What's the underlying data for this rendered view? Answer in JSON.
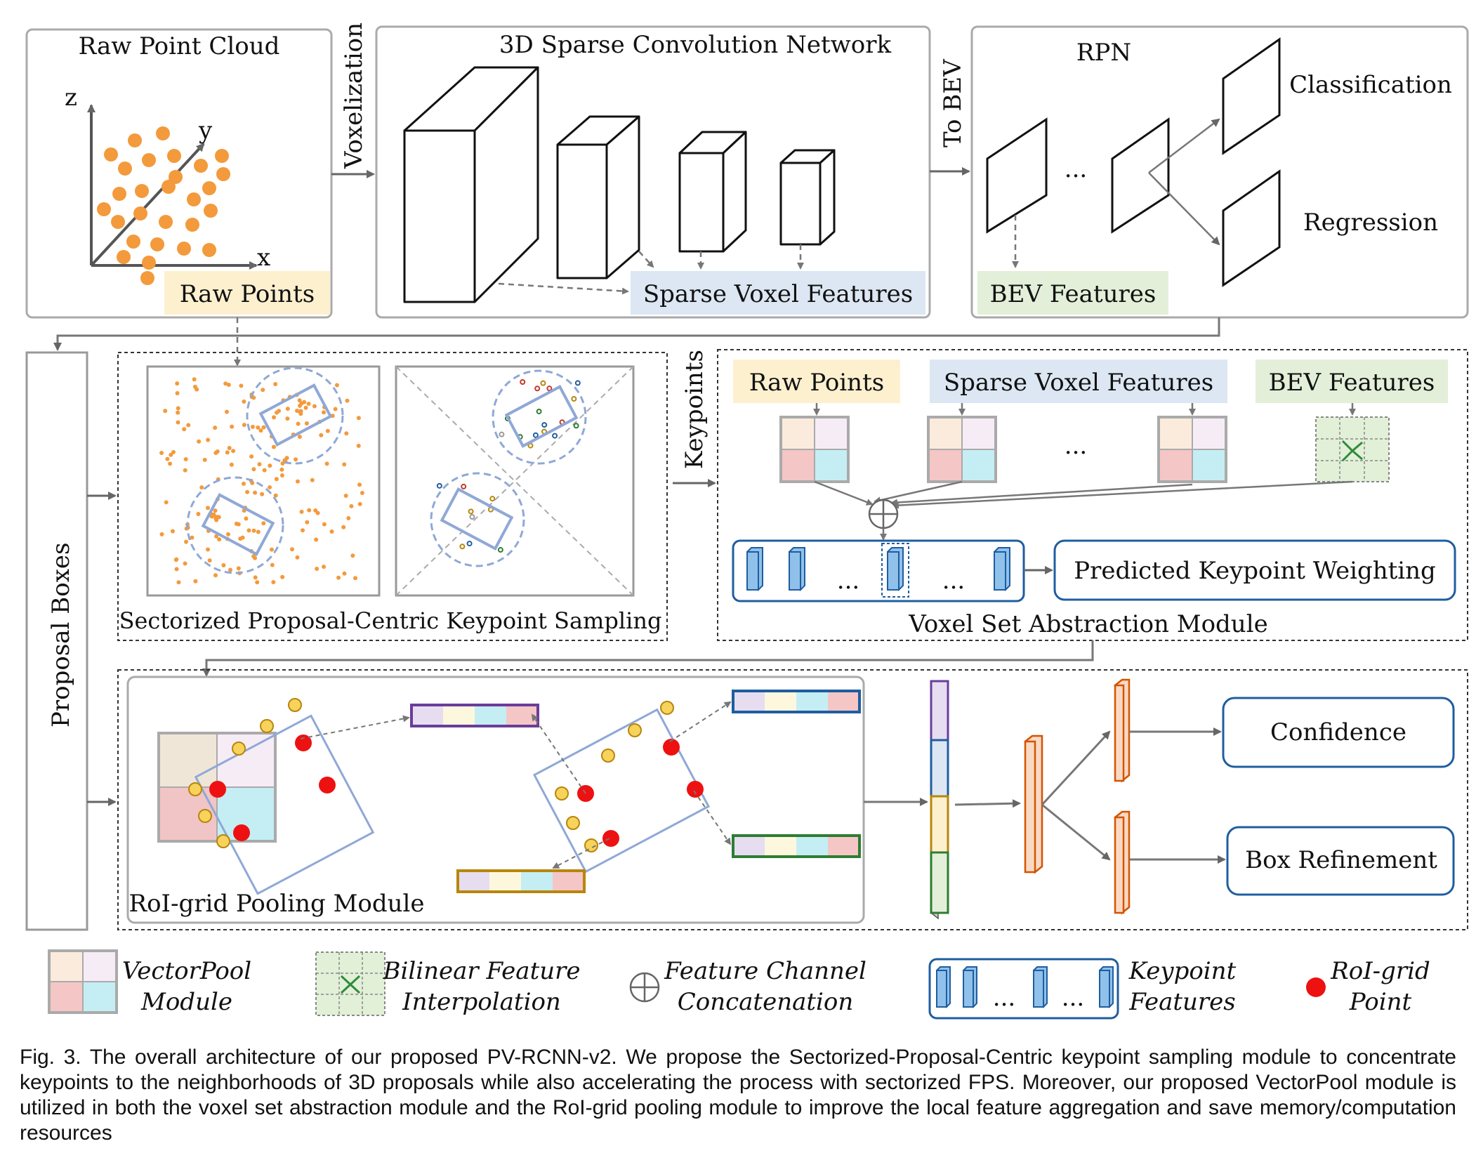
{
  "panels": {
    "raw_point_cloud": "Raw Point Cloud",
    "axis_z": "z",
    "axis_y": "y",
    "axis_x": "x",
    "raw_points_tag": "Raw Points",
    "voxelization": "Voxelization",
    "sparse_conv_title": "3D Sparse Convolution Network",
    "sparse_voxel_tag": "Sparse Voxel Features",
    "to_bev": "To BEV",
    "rpn_title": "RPN",
    "rpn_dots": "...",
    "classification": "Classification",
    "regression": "Regression",
    "bev_features_tag": "BEV Features",
    "proposal_boxes": "Proposal Boxes",
    "sampling_title": "Sectorized Proposal-Centric Keypoint Sampling",
    "keypoints": "Keypoints",
    "vsa_raw_points": "Raw Points",
    "vsa_sparse_voxel": "Sparse Voxel Features",
    "vsa_bev": "BEV Features",
    "vsa_dots": "...",
    "kp_dots": "...",
    "predicted_weighting": "Predicted Keypoint Weighting",
    "vsa_title": "Voxel Set Abstraction Module",
    "roi_pool_title": "RoI-grid Pooling Module",
    "confidence": "Confidence",
    "box_refinement": "Box Refinement"
  },
  "legend": {
    "vectorpool_1": "VectorPool",
    "vectorpool_2": "Module",
    "bilinear_1": "Bilinear Feature",
    "bilinear_2": "Interpolation",
    "concat_1": "Feature  Channel",
    "concat_2": "Concatenation",
    "kp_feat_1": "Keypoint",
    "kp_feat_2": "Features",
    "roi_point_1": "RoI-grid",
    "roi_point_2": "Point",
    "dots": "..."
  },
  "caption": "Fig. 3. The overall architecture of our proposed PV-RCNN-v2. We propose the Sectorized-Proposal-Centric keypoint sampling module to concentrate keypoints to the neighborhoods of 3D proposals while also accelerating the process with sectorized FPS. Moreover, our proposed VectorPool module is utilized in both the voxel set abstraction module and the RoI-grid pooling module to improve the local feature aggregation and save memory/computation resources",
  "colors": {
    "orange_point": "#F39A3C",
    "yellow_tag": "#FDF0CF",
    "blue_tag": "#DCE7F3",
    "green_tag": "#E3EFD9",
    "blue_stroke": "#1F5DA0",
    "box_blue": "#8FA8D6",
    "roi_red": "#EE1111",
    "roi_yellow": "#F7D35B"
  }
}
